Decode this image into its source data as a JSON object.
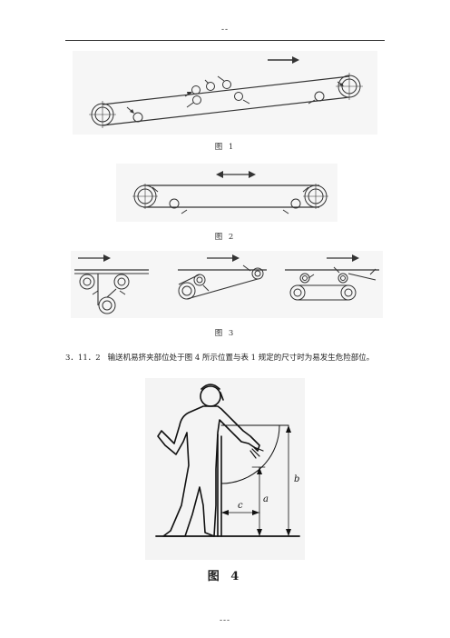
{
  "header": {
    "mark": "--"
  },
  "figures": {
    "fig1": {
      "caption": "图 1"
    },
    "fig2": {
      "caption": "图 2"
    },
    "fig3": {
      "caption": "图 3"
    },
    "fig4": {
      "caption": "图 4",
      "labels": {
        "a": "a",
        "b": "b",
        "c": "c"
      }
    }
  },
  "paragraph": {
    "number": "3．11．2",
    "text": "输送机易挤夹部位处于图 4 所示位置与表 1 规定的尺寸时为易发生危险部位。"
  },
  "footer": {
    "mark": "---"
  }
}
